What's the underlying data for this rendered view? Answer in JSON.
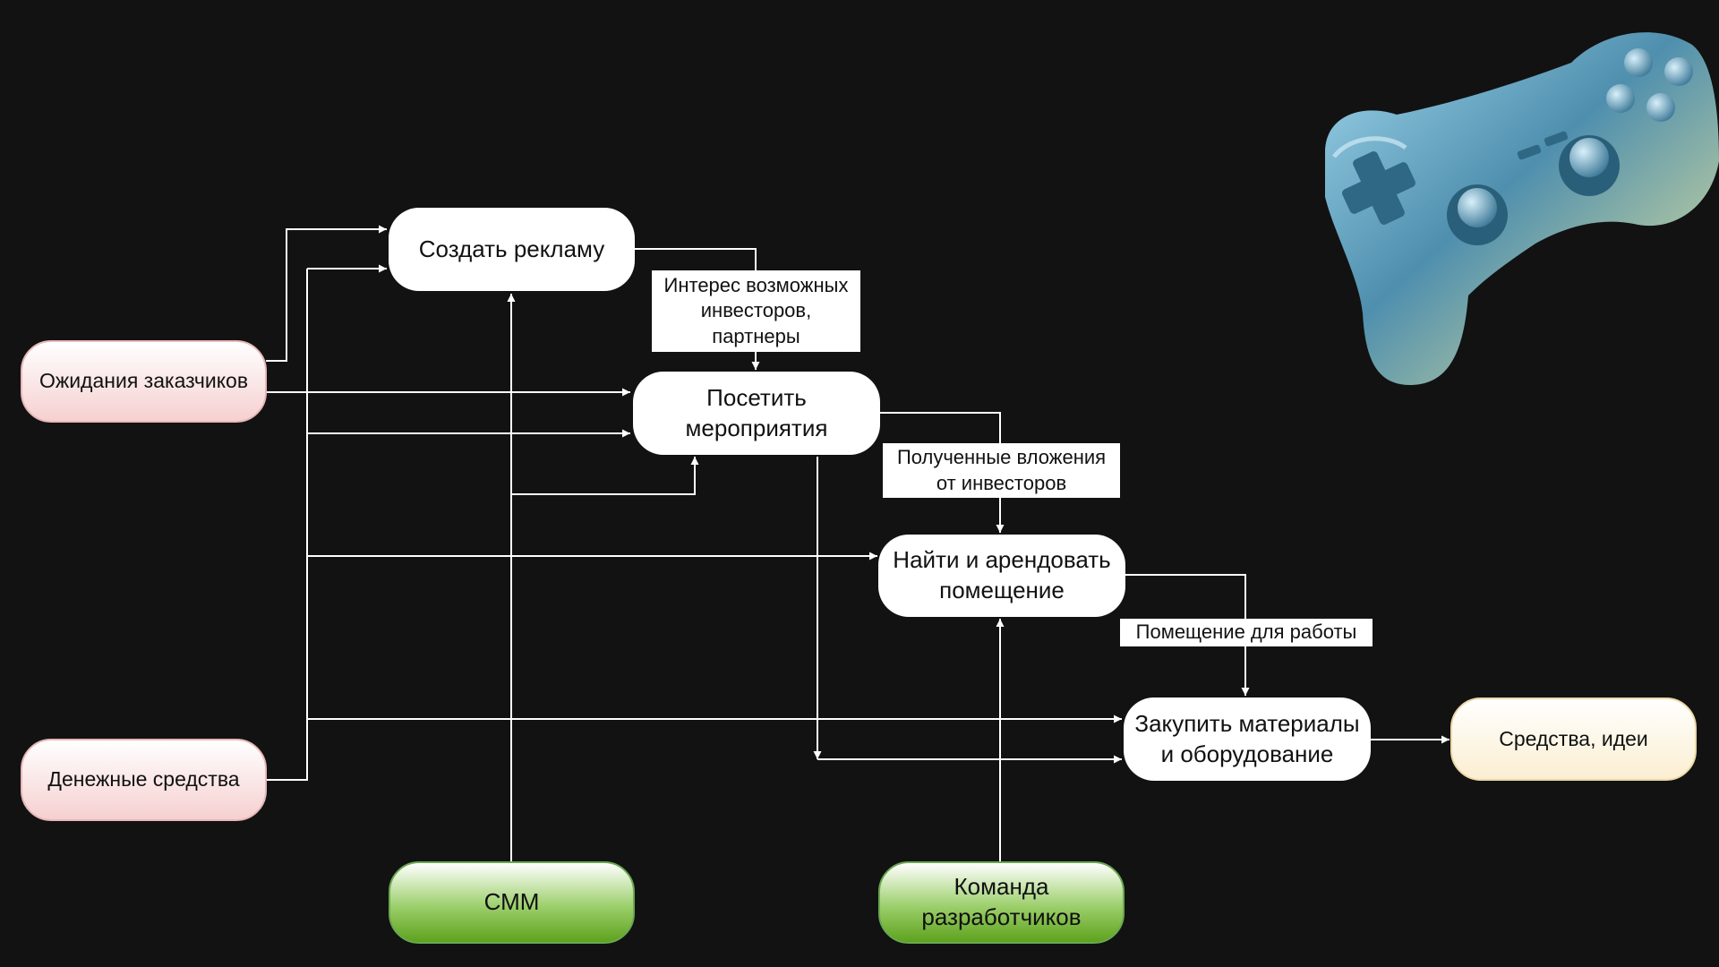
{
  "nodes": {
    "create_ad": "Создать рекламу",
    "visit_events": "Посетить\nмероприятия",
    "find_rent": "Найти и арендовать\nпомещение",
    "buy_materials": "Закупить материалы\nи оборудование",
    "customer_expectations": "Ожидания заказчиков",
    "money": "Денежные средства",
    "smm": "СММ",
    "dev_team": "Команда\nразработчиков",
    "output": "Средства, идеи"
  },
  "edge_labels": {
    "investors_interest": "Интерес возможных\nинвесторов,\nпартнеры",
    "investments_received": "Полученные вложения\nот инвесторов",
    "work_premises": "Помещение для работы"
  },
  "colors": {
    "background": "#121212",
    "arrow": "#ffffff",
    "process_fill": "#ffffff",
    "input_fill": "#f6d0d0",
    "mechanism_fill": "#5ea21e",
    "output_fill": "#fbefd2"
  },
  "decoration": {
    "image": "gamepad-icon"
  }
}
